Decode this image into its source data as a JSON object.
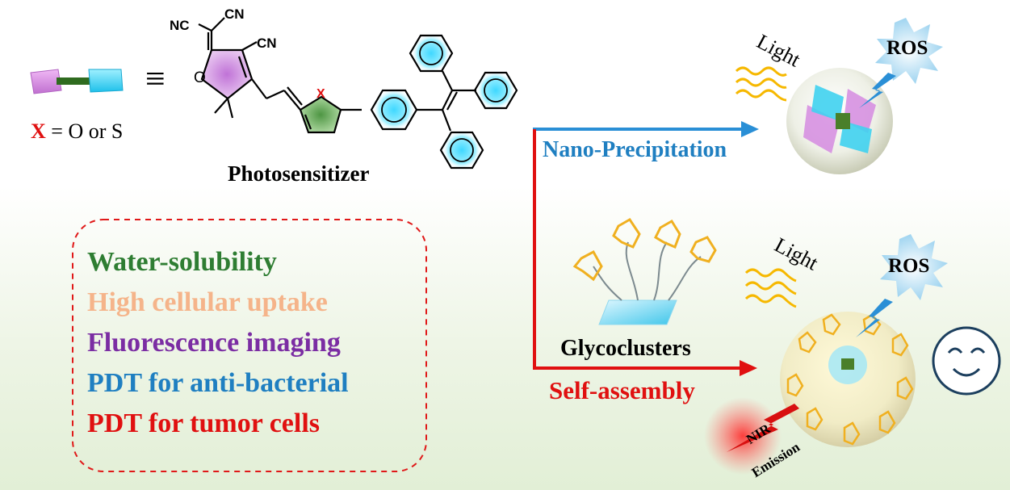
{
  "colors": {
    "green": "#2e7d32",
    "peach": "#f5b48a",
    "purple": "#7b2da3",
    "blue": "#1f7fc1",
    "red": "#e01010",
    "arrow_blue": "#2a8fd6",
    "arrow_red": "#e01010",
    "pink_block": "#d58be0",
    "cyan_block": "#3fd1f0"
  },
  "legend": {
    "equiv": "≡",
    "x_label": "X",
    "x_def": " = O or S"
  },
  "molecule": {
    "name": "Photosensitizer",
    "cn1": "NC",
    "cn2": "CN",
    "cn3": "CN",
    "o": "O",
    "x": "X"
  },
  "properties": [
    {
      "text": "Water-solubility",
      "color": "#2e7d32"
    },
    {
      "text": "High cellular uptake",
      "color": "#f5b48a"
    },
    {
      "text": "Fluorescence imaging",
      "color": "#7b2da3"
    },
    {
      "text": "PDT for anti-bacterial",
      "color": "#1f7fc1"
    },
    {
      "text": "PDT for tumor cells",
      "color": "#e01010"
    }
  ],
  "routes": {
    "nano": "Nano-Precipitation",
    "self": "Self-assembly",
    "glyco": "Glycoclusters"
  },
  "top_particle": {
    "light": "Light",
    "ros": "ROS"
  },
  "bottom_particle": {
    "light": "Light",
    "ros": "ROS",
    "nir_line1": "NIR",
    "nir_line2": "Emission"
  }
}
